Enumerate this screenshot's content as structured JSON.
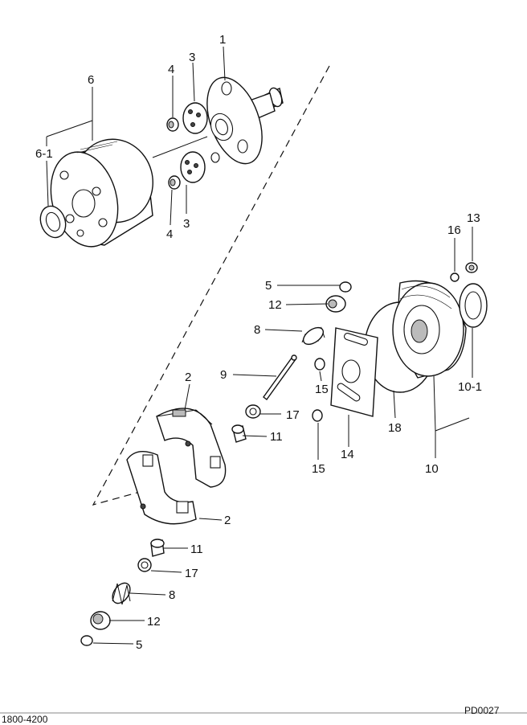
{
  "labels": {
    "p1": "1",
    "p2a": "2",
    "p2b": "2",
    "p3a": "3",
    "p3b": "3",
    "p4a": "4",
    "p4b": "4",
    "p5a": "5",
    "p5b": "5",
    "p6": "6",
    "p6_1": "6-1",
    "p8a": "8",
    "p8b": "8",
    "p9": "9",
    "p10": "10",
    "p10_1": "10-1",
    "p11a": "11",
    "p11b": "11",
    "p12a": "12",
    "p12b": "12",
    "p13": "13",
    "p14": "14",
    "p15a": "15",
    "p15b": "15",
    "p16": "16",
    "p17a": "17",
    "p17b": "17",
    "p18": "18"
  },
  "footer": {
    "left": "1800-4200",
    "right": "PD0027"
  }
}
